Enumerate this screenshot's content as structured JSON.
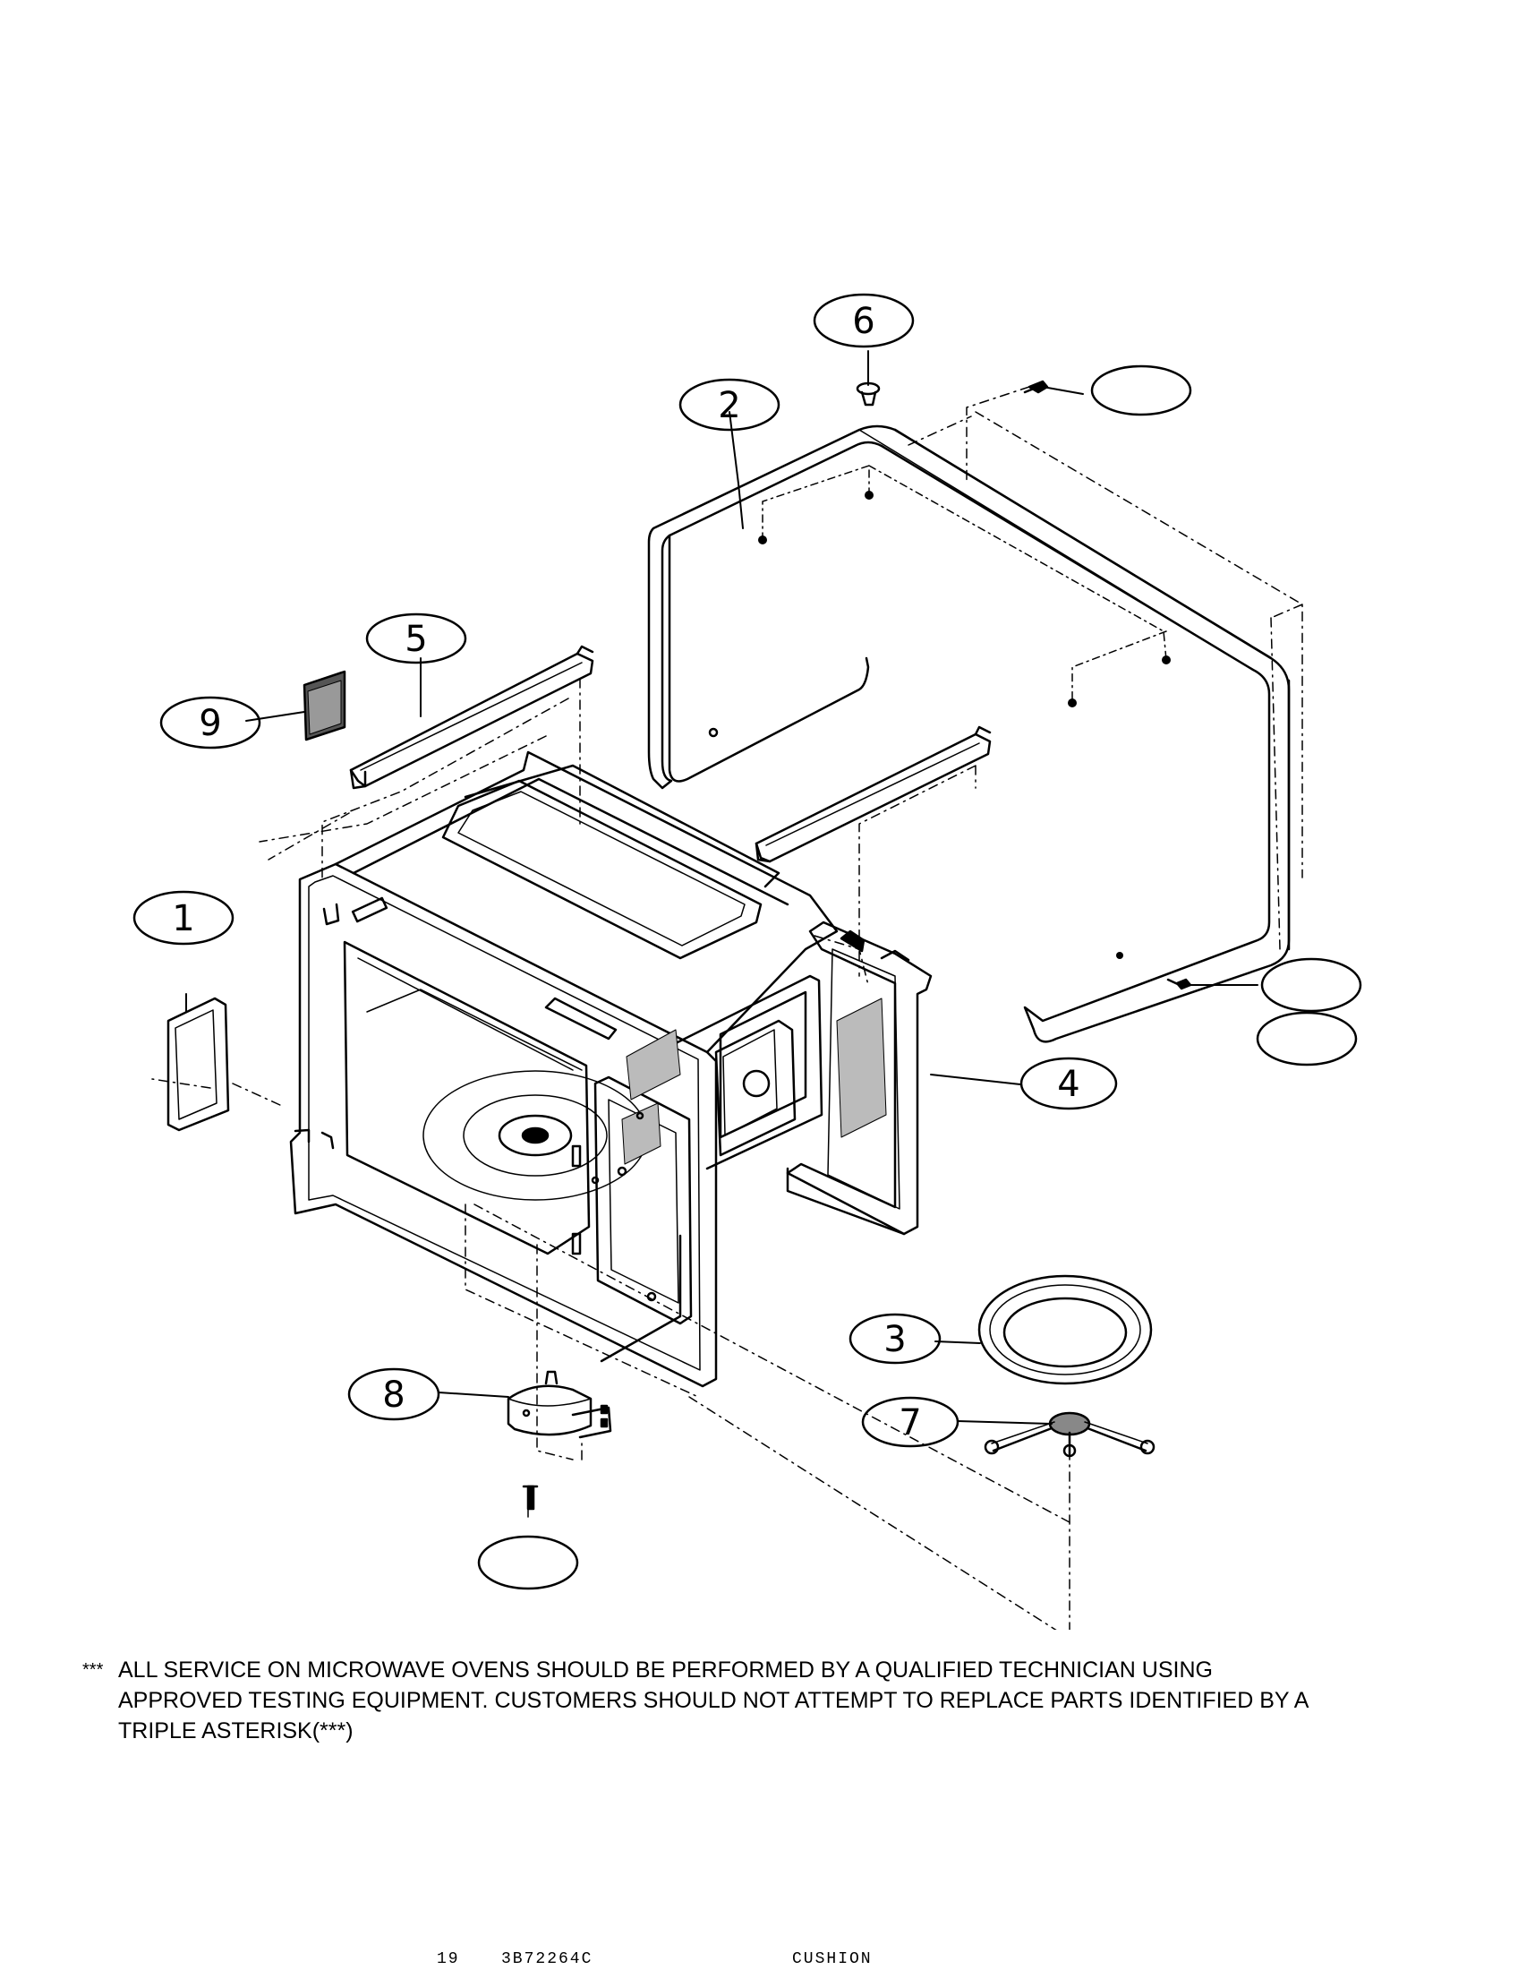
{
  "callouts": [
    {
      "id": "1",
      "label": "1"
    },
    {
      "id": "2",
      "label": "2"
    },
    {
      "id": "3",
      "label": "3"
    },
    {
      "id": "4",
      "label": "4"
    },
    {
      "id": "5",
      "label": "5"
    },
    {
      "id": "6",
      "label": "6"
    },
    {
      "id": "7",
      "label": "7"
    },
    {
      "id": "8",
      "label": "8"
    },
    {
      "id": "9",
      "label": "9"
    },
    {
      "id": "blank-top-right",
      "label": ""
    },
    {
      "id": "blank-right-1",
      "label": ""
    },
    {
      "id": "blank-right-2",
      "label": ""
    },
    {
      "id": "blank-bottom",
      "label": ""
    }
  ],
  "note": {
    "marker": "***",
    "line1": "ALL SERVICE ON MICROWAVE OVENS SHOULD BE PERFORMED BY A QUALIFIED TECHNICIAN USING",
    "line2": "APPROVED TESTING EQUIPMENT. CUSTOMERS SHOULD NOT ATTEMPT TO REPLACE PARTS IDENTIFIED BY A",
    "line3": "TRIPLE ASTERISK(***)"
  },
  "footer": {
    "left": "19",
    "code": "3B72264C",
    "right": "CUSHION"
  }
}
